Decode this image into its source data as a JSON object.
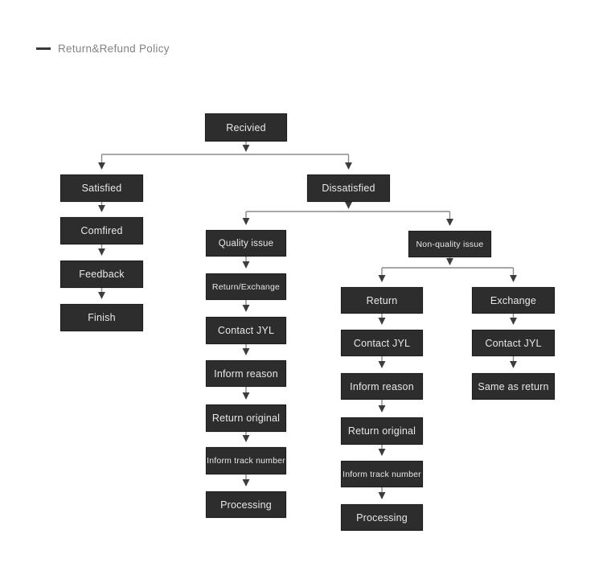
{
  "title": "Return&Refund Policy",
  "colors": {
    "box_bg": "#2d2d2d",
    "box_text": "#e8e8e8",
    "line": "#8a8a8a",
    "arrowhead": "#3c3c3c",
    "title_text": "#828282",
    "page_bg": "#ffffff"
  },
  "nodes": {
    "received": "Recivied",
    "satisfied": "Satisfied",
    "comfired": "Comfired",
    "feedback": "Feedback",
    "finish": "Finish",
    "dissatisfied": "Dissatisfied",
    "quality_issue": "Quality issue",
    "return_exchange": "Return/Exchange",
    "q_contact": "Contact JYL",
    "q_inform_reason": "Inform reason",
    "q_return_original": "Return original",
    "q_track_number": "Inform track number",
    "q_processing": "Processing",
    "non_quality_issue": "Non-quality issue",
    "r_return": "Return",
    "r_contact": "Contact JYL",
    "r_inform_reason": "Inform reason",
    "r_return_original": "Return original",
    "r_track_number": "Inform track number",
    "r_processing": "Processing",
    "e_exchange": "Exchange",
    "e_contact": "Contact JYL",
    "e_same_as_return": "Same as return"
  }
}
